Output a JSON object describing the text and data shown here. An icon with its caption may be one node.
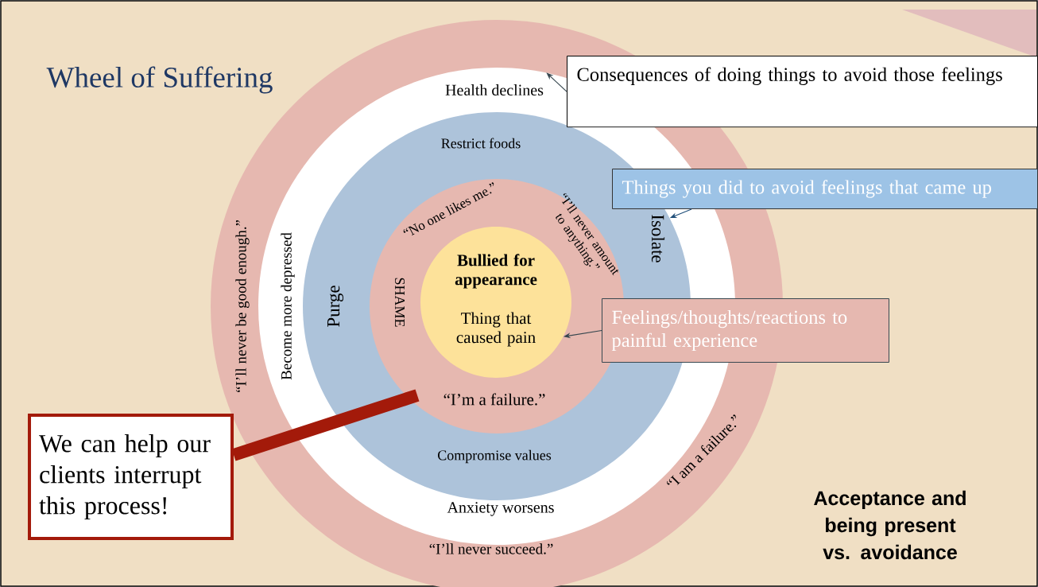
{
  "diagram": {
    "title": "Wheel of Suffering",
    "nodes": [
      {
        "text": [
          "“I’ll never be good enough.”",
          "“I am a failure.”",
          "“I’ll never succeed.”"
        ]
      },
      {
        "text": [
          "Health declines",
          "Become more depressed",
          "Anxiety worsens"
        ],
        "in": 0
      },
      {
        "text": [
          "Restrict foods",
          "Purge",
          "Isolate",
          "Compromise values"
        ],
        "in": 1
      },
      {
        "text": [
          "“No one likes me.”",
          "“I’ll never amount to anything.”",
          "SHAME",
          "“I’m a failure.”"
        ],
        "in": 2
      },
      {
        "text": [
          "Bullied for appearance",
          "Thing that caused pain"
        ],
        "in": 3
      },
      {
        "text": [
          "Consequences of doing things to avoid those feelings"
        ]
      },
      {
        "text": [
          "Things you did to avoid feelings that came up"
        ]
      },
      {
        "text": [
          "Feelings/thoughts/reactions to painful experience"
        ]
      },
      {
        "text": [
          "We can help our clients interrupt this process!"
        ]
      }
    ],
    "edges": [
      {
        "from": 5,
        "to": 1,
        "arrow": "to"
      },
      {
        "from": 6,
        "to": 2,
        "arrow": "to",
        "color": "#1f4e79"
      },
      {
        "from": 7,
        "to": 4,
        "arrow": "to"
      },
      {
        "from": 8,
        "to": 3,
        "arrow": "none",
        "style": "thick",
        "color": "#a31a0a"
      }
    ],
    "labels": [
      "Acceptance and being present vs. avoidance"
    ]
  }
}
